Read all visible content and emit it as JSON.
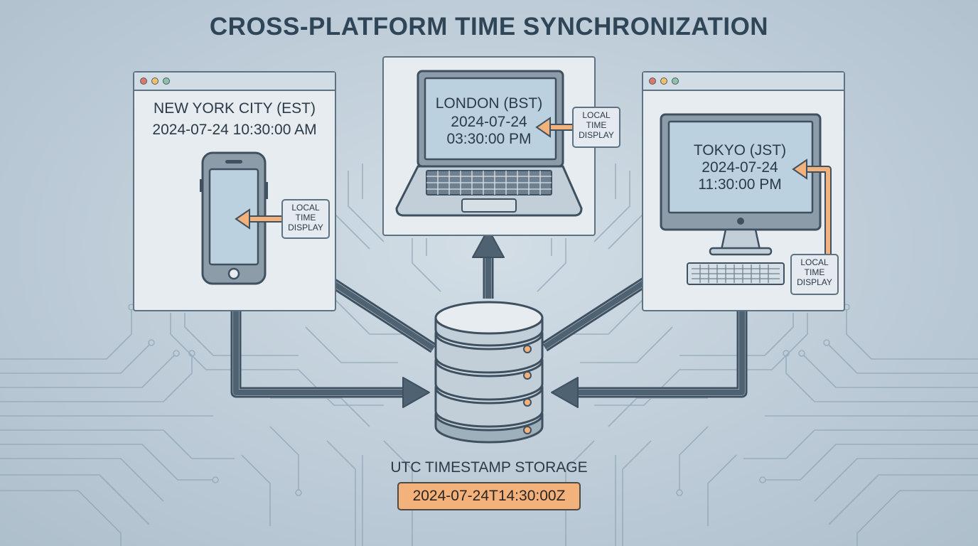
{
  "title": "CROSS-PLATFORM TIME SYNCHRONIZATION",
  "nodes": {
    "new_york": {
      "city": "NEW YORK CITY (EST)",
      "datetime": "2024-07-24 10:30:00 AM",
      "device": "smartphone-icon",
      "label": [
        "LOCAL",
        "TIME",
        "DISPLAY"
      ]
    },
    "london": {
      "city": "LONDON (BST)",
      "date": "2024-07-24",
      "time": "03:30:00 PM",
      "device": "laptop-icon",
      "label": [
        "LOCAL",
        "TIME",
        "DISPLAY"
      ]
    },
    "tokyo": {
      "city": "TOKYO (JST)",
      "date": "2024-07-24",
      "time": "11:30:00 PM",
      "device": "desktop-monitor-icon",
      "label": [
        "LOCAL",
        "TIME",
        "DISPLAY"
      ]
    }
  },
  "storage": {
    "caption": "UTC TIMESTAMP STORAGE",
    "value": "2024-07-24T14:30:00Z",
    "icon": "database-icon"
  },
  "colors": {
    "accent_orange": "#f3b27c",
    "stroke": "#4f6272",
    "panel": "#e7ecf0",
    "background": "#c3d1dc",
    "title": "#2f4658"
  }
}
